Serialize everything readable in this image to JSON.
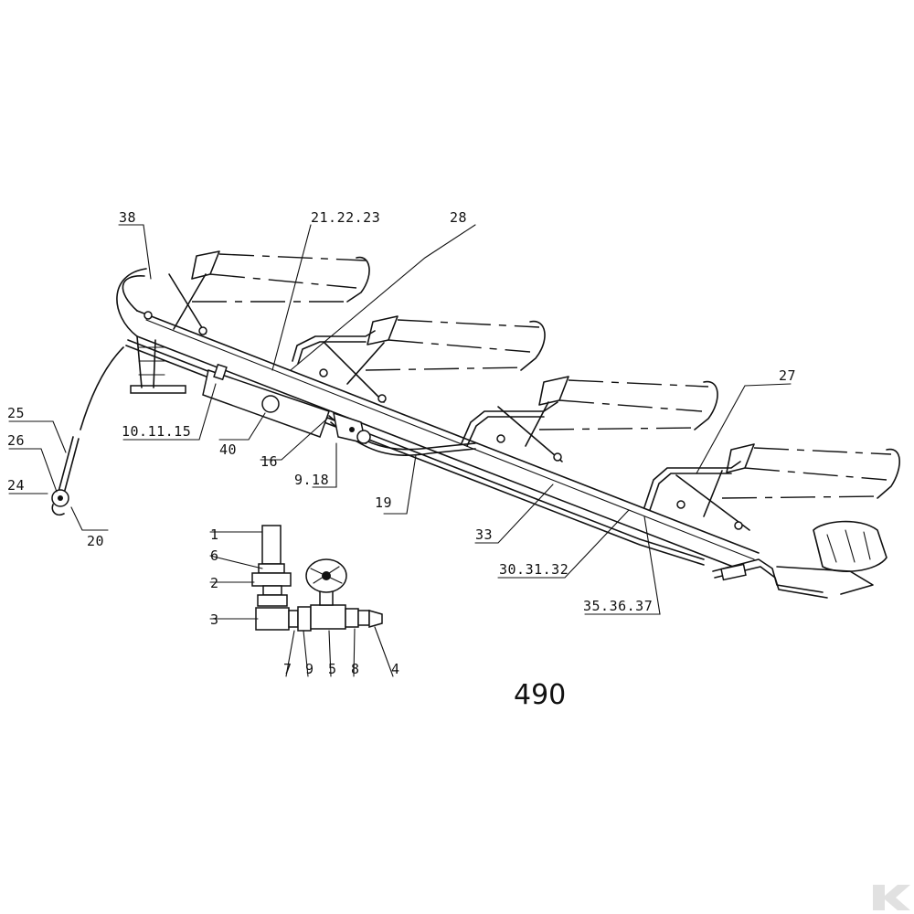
{
  "figure_number": "490",
  "callouts": [
    {
      "id": "c38",
      "text": "38"
    },
    {
      "id": "c21",
      "text": "21.22.23"
    },
    {
      "id": "c28",
      "text": "28"
    },
    {
      "id": "c27",
      "text": "27"
    },
    {
      "id": "c25",
      "text": "25"
    },
    {
      "id": "c26",
      "text": "26"
    },
    {
      "id": "c24",
      "text": "24"
    },
    {
      "id": "c20",
      "text": "20"
    },
    {
      "id": "c10",
      "text": "10.11.15"
    },
    {
      "id": "c40",
      "text": "40"
    },
    {
      "id": "c16",
      "text": "16"
    },
    {
      "id": "c918",
      "text": "9.18"
    },
    {
      "id": "c19",
      "text": "19"
    },
    {
      "id": "c33",
      "text": "33"
    },
    {
      "id": "c30",
      "text": "30.31.32"
    },
    {
      "id": "c35",
      "text": "35.36.37"
    },
    {
      "id": "c1",
      "text": "1"
    },
    {
      "id": "c6",
      "text": "6"
    },
    {
      "id": "c2",
      "text": "2"
    },
    {
      "id": "c3",
      "text": "3"
    },
    {
      "id": "c7",
      "text": "7"
    },
    {
      "id": "c9",
      "text": "9"
    },
    {
      "id": "c5",
      "text": "5"
    },
    {
      "id": "c8",
      "text": "8"
    },
    {
      "id": "c4",
      "text": "4"
    }
  ],
  "watermark": "K"
}
